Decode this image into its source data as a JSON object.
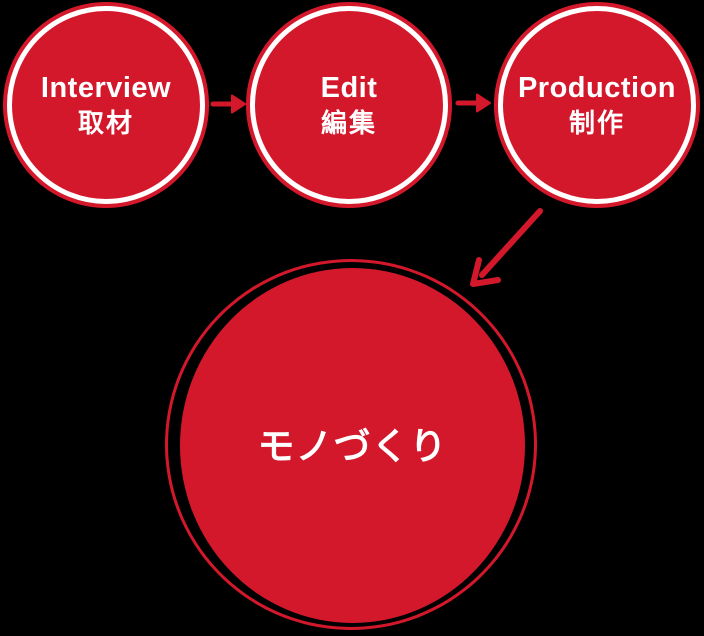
{
  "diagram": {
    "title_semantic": "production process flow diagram",
    "background_color": "#000000",
    "colors": {
      "red": "#D4182C",
      "white": "#FFFFFF"
    },
    "steps": [
      {
        "en": "Interview",
        "ja": "取材"
      },
      {
        "en": "Edit",
        "ja": "編集"
      },
      {
        "en": "Production",
        "ja": "制作"
      }
    ],
    "result": {
      "label": "モノづくり"
    },
    "connectors": [
      {
        "name": "arrow-interview-to-edit",
        "direction": "right"
      },
      {
        "name": "arrow-edit-to-production",
        "direction": "right"
      },
      {
        "name": "arrow-production-to-result",
        "direction": "down-left"
      }
    ]
  }
}
